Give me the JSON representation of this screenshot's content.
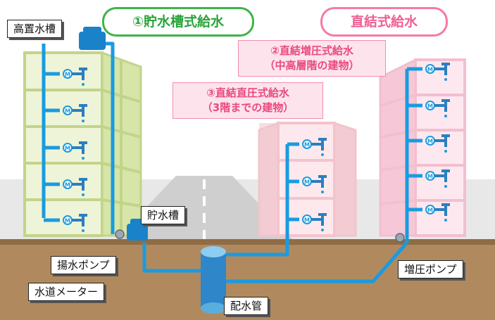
{
  "titles": {
    "storage_tank_system": "①貯水槽式給水",
    "direct_system": "直結式給水"
  },
  "callouts": {
    "booster_direct": {
      "line1": "②直結増圧式給水",
      "line2": "（中高層階の建物）"
    },
    "direct_pressure": {
      "line1": "③直結直圧式給水",
      "line2": "（3階までの建物）"
    }
  },
  "labels": {
    "elevated_tank": "高置水槽",
    "storage_tank": "貯水槽",
    "pump": "揚水ポンプ",
    "water_meter": "水道メーター",
    "main_pipe": "配水管",
    "booster_pump": "増圧ポンプ"
  },
  "meter_glyph": "M",
  "colors": {
    "pipe": "#1a9be0",
    "green_building": "#cfe0a0",
    "pink_building": "#f7c9d8",
    "mid_building": "#f5d3d9",
    "ground": "#b08a5e",
    "green_accent": "#3fb34a",
    "pink_accent": "#ef5f93"
  }
}
